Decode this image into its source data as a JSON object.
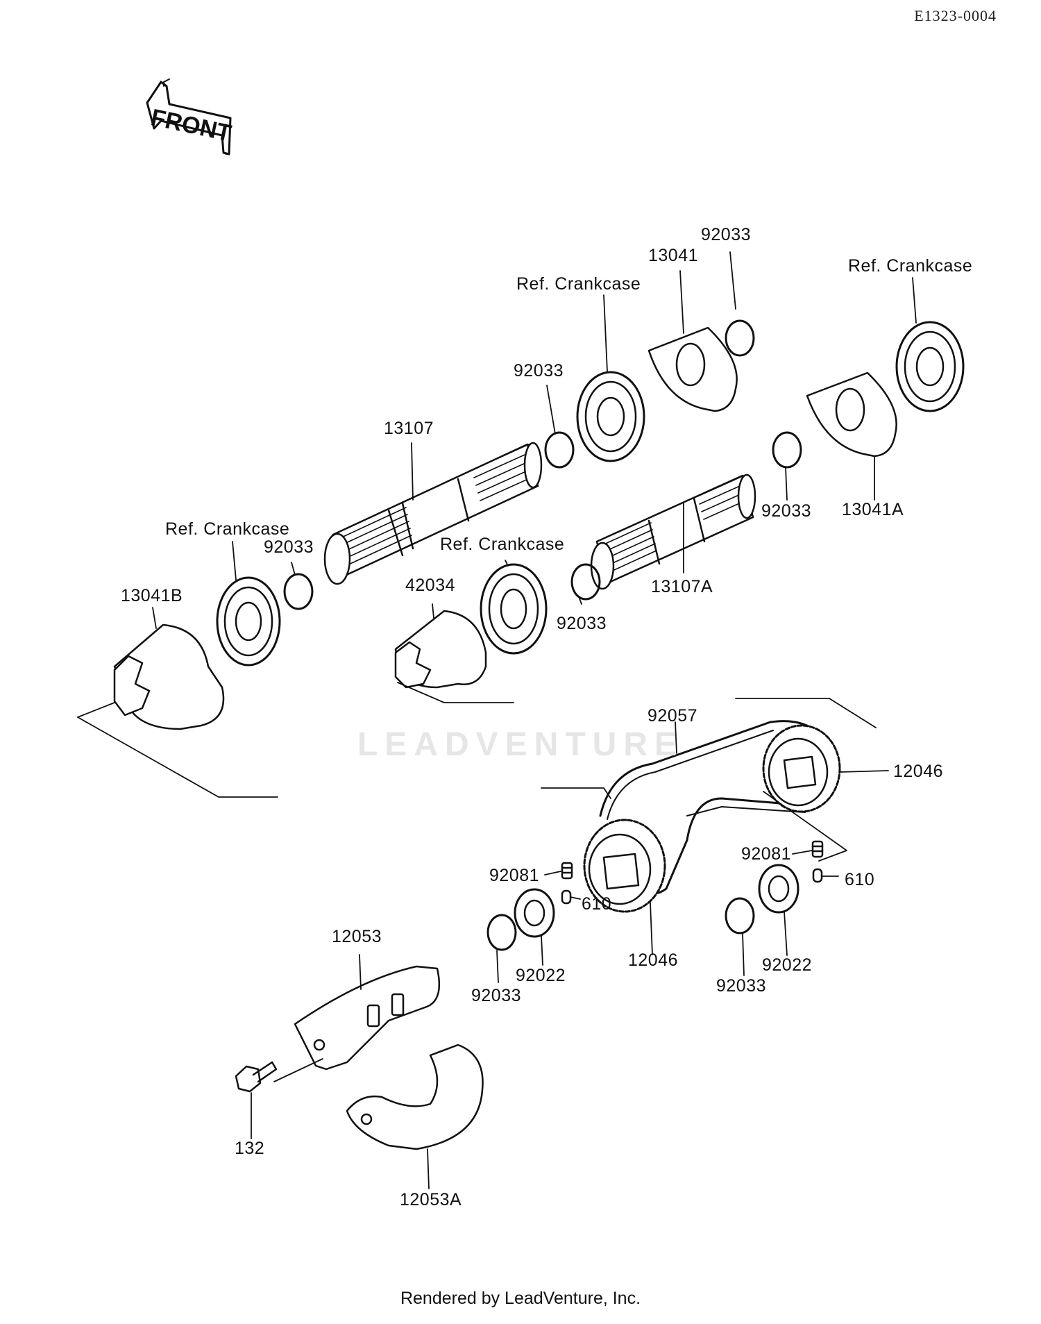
{
  "diagram_code": "E1323-0004",
  "front_label": "FRONT",
  "watermark": "LEADVENTURE",
  "footer": "Rendered by LeadVenture, Inc.",
  "labels": {
    "l_92033_top": "92033",
    "l_13041": "13041",
    "l_ref_crankcase_right": "Ref. Crankcase",
    "l_ref_crankcase_upper": "Ref. Crankcase",
    "l_92033_a": "92033",
    "l_13107": "13107",
    "l_ref_crankcase_left": "Ref. Crankcase",
    "l_92033_b": "92033",
    "l_13041B": "13041B",
    "l_ref_crankcase_mid": "Ref. Crankcase",
    "l_42034": "42034",
    "l_92033_c": "92033",
    "l_13107A": "13107A",
    "l_92033_d": "92033",
    "l_13041A": "13041A",
    "l_92057": "92057",
    "l_12046_right": "12046",
    "l_92081_left": "92081",
    "l_610_left": "610",
    "l_92081_right": "92081",
    "l_610_right": "610",
    "l_12046_bottom": "12046",
    "l_92022_left": "92022",
    "l_92033_e": "92033",
    "l_92022_right": "92022",
    "l_92033_f": "92033",
    "l_12053": "12053",
    "l_132": "132",
    "l_12053A": "12053A"
  }
}
